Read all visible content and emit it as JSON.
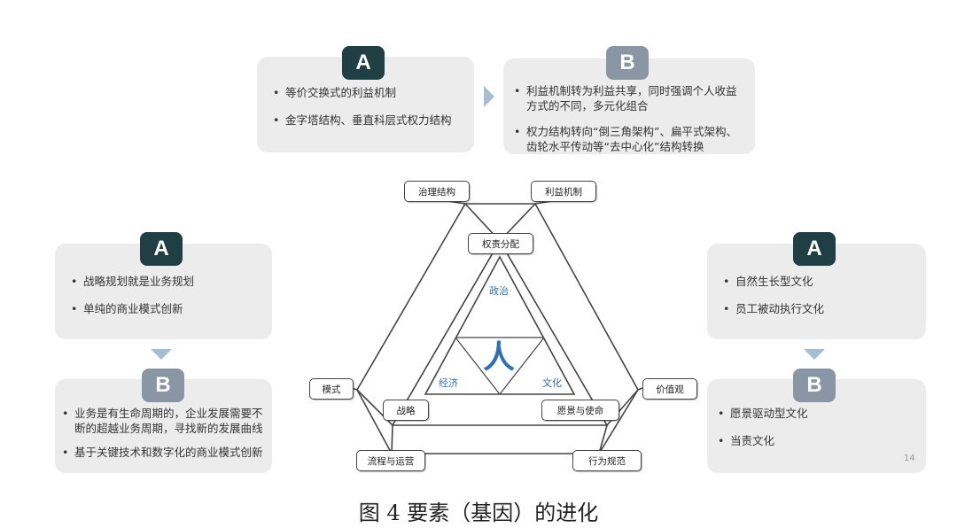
{
  "top": {
    "a": {
      "badge": "A",
      "items": [
        "等价交换式的利益机制",
        "金字塔结构、垂直科层式权力结构"
      ]
    },
    "b": {
      "badge": "B",
      "items": [
        "利益机制转为利益共享，同时强调个人收益方式的不同，多元化组合",
        "权力结构转向“倒三角架构”、扁平式架构、齿轮水平传动等“去中心化”结构转换"
      ]
    }
  },
  "left": {
    "a": {
      "badge": "A",
      "items": [
        "战略规划就是业务规划",
        "单纯的商业模式创新"
      ]
    },
    "b": {
      "badge": "B",
      "items": [
        "业务是有生命周期的，企业发展需要不断的超越业务周期，寻找新的发展曲线",
        "基于关键技术和数字化的商业模式创新"
      ]
    }
  },
  "right": {
    "a": {
      "badge": "A",
      "items": [
        "自然生长型文化",
        "员工被动执行文化"
      ]
    },
    "b": {
      "badge": "B",
      "items": [
        "愿景驱动型文化",
        "当责文化"
      ]
    },
    "page_number": "14"
  },
  "diagram": {
    "governance": "治理结构",
    "interest": "利益机制",
    "power": "权责分配",
    "politics": "政治",
    "economy": "经济",
    "culture": "文化",
    "center": "人",
    "model": "模式",
    "values": "价值观",
    "strategy": "战略",
    "vision": "愿景与使命",
    "process": "流程与运营",
    "behavior": "行为规范"
  },
  "caption": "图 4  要素（基因）的进化",
  "colors": {
    "badge_a": "#1f3f44",
    "badge_b": "#8a95a5",
    "arrow": "#a7bdd4",
    "accent": "#2f6fb5"
  }
}
